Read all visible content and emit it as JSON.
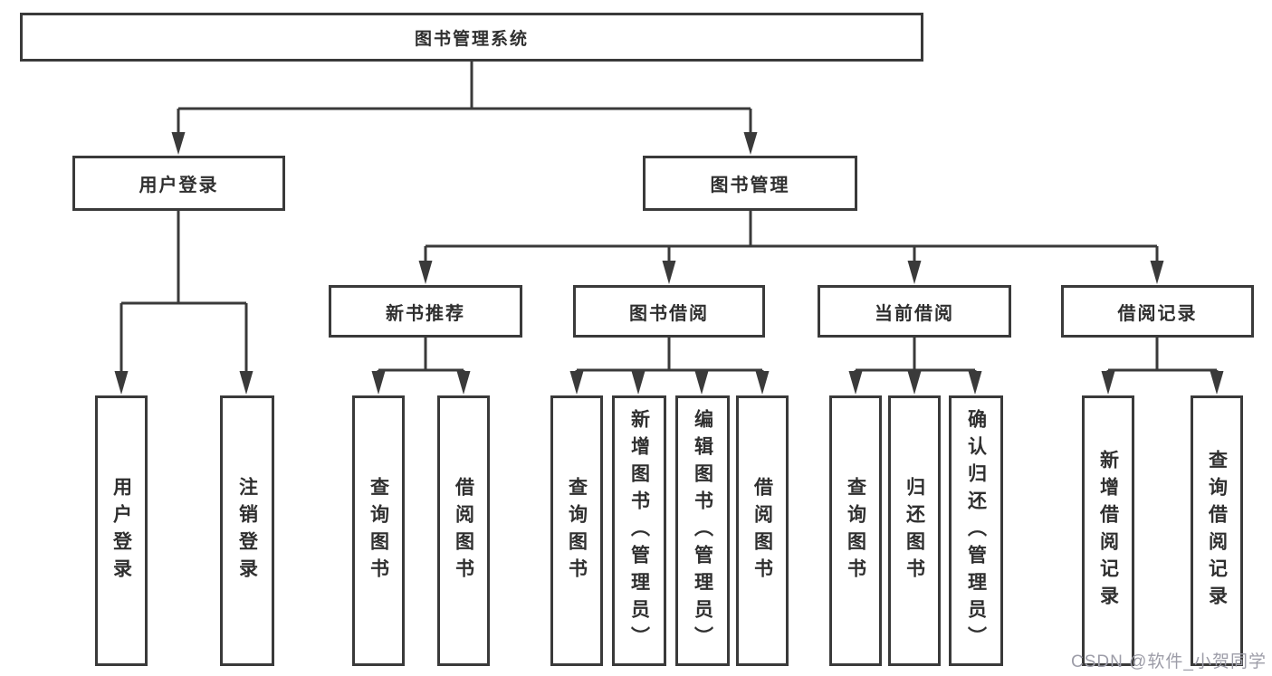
{
  "diagram": {
    "title": "图书管理系统",
    "watermark": "CSDN @软件_小贺同学",
    "colors": {
      "line": "#3a3a3a",
      "box_background": "#ffffff",
      "text": "#2f2f2f",
      "watermark": "#9d9da8"
    }
  },
  "nodes": {
    "root": "图书管理系统",
    "level2": [
      {
        "label": "用户登录"
      },
      {
        "label": "图书管理"
      }
    ],
    "level3": [
      {
        "label": "新书推荐"
      },
      {
        "label": "图书借阅"
      },
      {
        "label": "当前借阅"
      },
      {
        "label": "借阅记录"
      }
    ],
    "leaves": [
      {
        "label": "用户登录",
        "parent": "用户登录"
      },
      {
        "label": "注销登录",
        "parent": "用户登录"
      },
      {
        "label": "查询图书",
        "parent": "新书推荐"
      },
      {
        "label": "借阅图书",
        "parent": "新书推荐"
      },
      {
        "label": "查询图书",
        "parent": "图书借阅"
      },
      {
        "label": "新增图书（管理员）",
        "parent": "图书借阅"
      },
      {
        "label": "编辑图书（管理员）",
        "parent": "图书借阅"
      },
      {
        "label": "借阅图书",
        "parent": "图书借阅"
      },
      {
        "label": "查询图书",
        "parent": "当前借阅"
      },
      {
        "label": "归还图书",
        "parent": "当前借阅"
      },
      {
        "label": "确认归还（管理员）",
        "parent": "当前借阅"
      },
      {
        "label": "新增借阅记录",
        "parent": "借阅记录"
      },
      {
        "label": "查询借阅记录",
        "parent": "借阅记录"
      }
    ]
  }
}
